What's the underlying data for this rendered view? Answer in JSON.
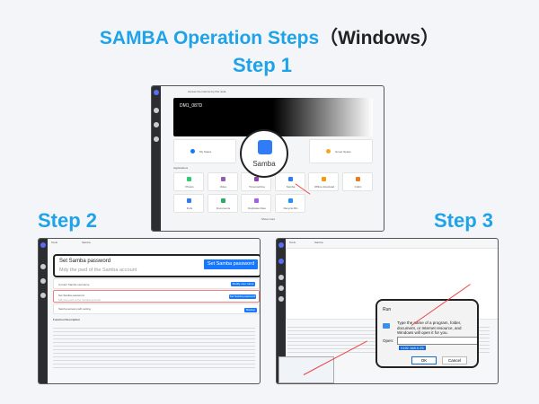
{
  "title": {
    "main": "SAMBA Operation Steps",
    "suffix": "（Windows）"
  },
  "steps": [
    "Step 1",
    "Step 2",
    "Step 3"
  ],
  "step1": {
    "device": "DM1_087D",
    "lan_toggle": "Access the internet by this node",
    "spaces": [
      "My Space",
      "Samba",
      "Group Space"
    ],
    "section": "Applications",
    "apps": [
      "Photos",
      "Video",
      "Timemachine",
      "Samba",
      "Offline download",
      "Cubic",
      "Dufs",
      "Documents",
      "Duplicate Files",
      "Recycle Bin"
    ],
    "more": "Show more",
    "zoom_label": "Samba"
  },
  "step2": {
    "tabs": [
      "Tools",
      "Samba"
    ],
    "callout_title": "Set Samba password",
    "callout_sub": "Mdy the pwd of the Samba account",
    "callout_btn": "Set Samba password",
    "rows": [
      {
        "label": "Current Samba username",
        "btn": "Modify user name"
      },
      {
        "label": "Set Samba password",
        "sub": "Mdy the pwd of the Samba account",
        "btn": "Set Samba password"
      },
      {
        "label": "Samba access path setting",
        "btn": "Backup"
      }
    ],
    "section": "Function Description"
  },
  "step3": {
    "tabs": [
      "Tools",
      "Samba"
    ],
    "run_title": "Run",
    "run_desc": "Type the name of a program, folder, document, or Internet resource, and Windows will open it for you.",
    "open_label": "Open:",
    "open_value": "\\\\192.168.0.25",
    "ok": "OK",
    "cancel": "Cancel"
  }
}
